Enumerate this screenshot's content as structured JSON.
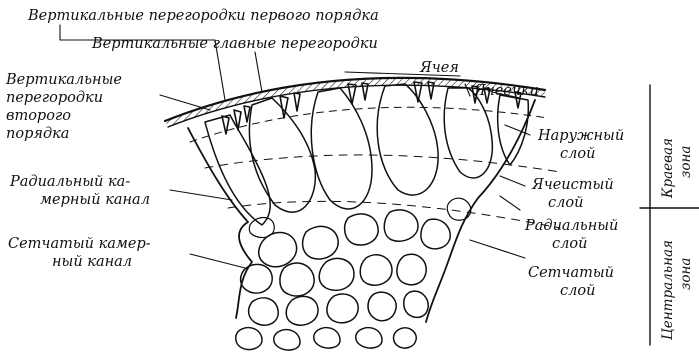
{
  "labels": {
    "vert_first_order": "Вертикальные перегородки первого порядка",
    "vert_main": "Вертикальные главные перегородки",
    "cell": "Ячея",
    "cellets": "Ячеечки",
    "vert_second_1": "Вертикальные",
    "vert_second_2": "перегородки",
    "vert_second_3": "второго",
    "vert_second_4": "порядка",
    "radial_canal_1": "Радиальный ка-",
    "radial_canal_2": "мерный канал",
    "mesh_canal_1": "Сетчатый камер-",
    "mesh_canal_2": "ный канал",
    "outer_1": "Наружный",
    "outer_2": "слой",
    "cellular_1": "Ячеистый",
    "cellular_2": "слой",
    "radial_1": "Радиальный",
    "radial_2": "слой",
    "mesh_1": "Сетчатый",
    "mesh_2": "слой",
    "edge_zone_1": "Краевая",
    "edge_zone_2": "зона",
    "central_zone_1": "Центральная",
    "central_zone_2": "зона"
  },
  "colors": {
    "ink": "#111111",
    "background": "#ffffff"
  }
}
